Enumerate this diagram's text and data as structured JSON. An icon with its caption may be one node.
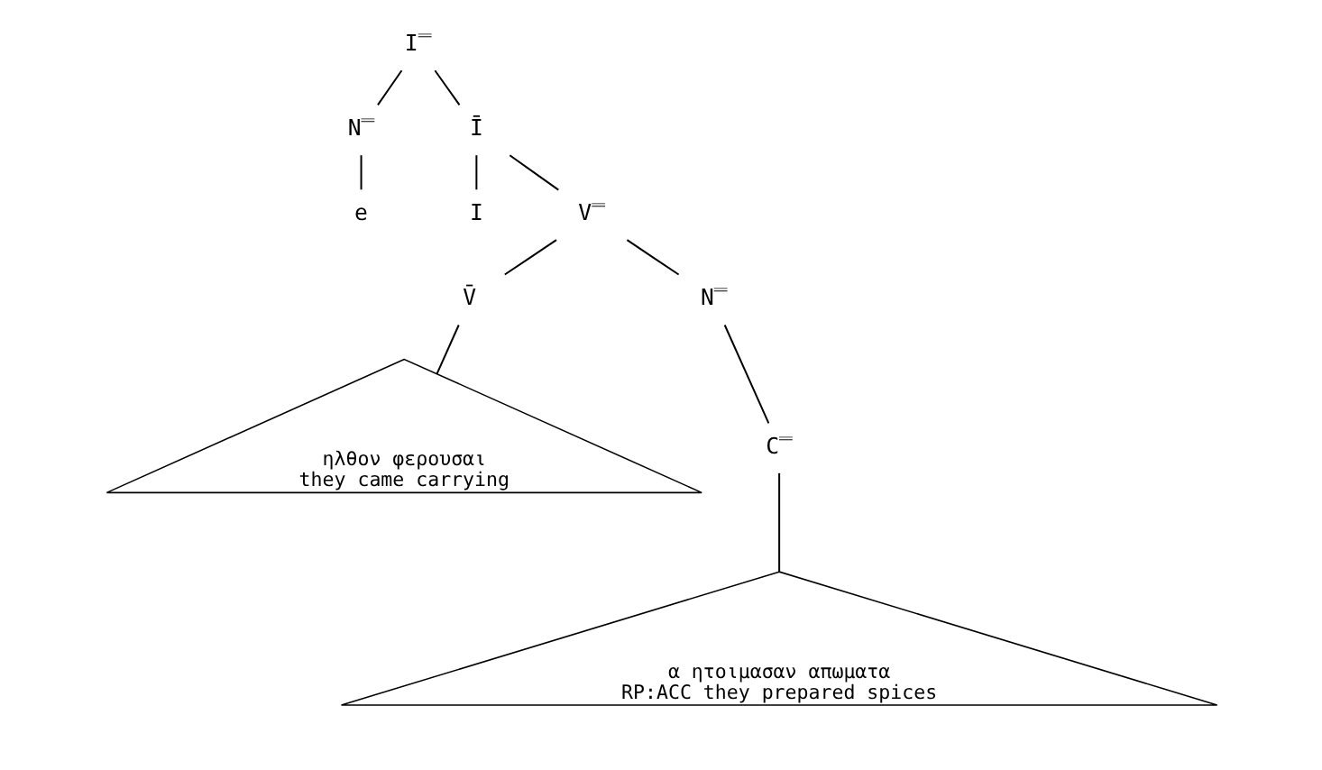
{
  "diagram": {
    "nodes": [
      {
        "text": [
          "I̿"
        ]
      },
      {
        "text": [
          "N̿"
        ]
      },
      {
        "text": [
          "Ī"
        ]
      },
      {
        "text": [
          "e"
        ]
      },
      {
        "text": [
          "I"
        ]
      },
      {
        "text": [
          "V̿"
        ]
      },
      {
        "text": [
          "V̄"
        ]
      },
      {
        "text": [
          "N̿"
        ]
      },
      {
        "text": [
          "ηλθον φερουσαι",
          "they came carrying"
        ]
      },
      {
        "text": [
          "C̿"
        ]
      },
      {
        "text": [
          "α ητοιμασαν απωματα",
          "RP:ACC they prepared spices"
        ]
      }
    ],
    "edges": [
      {
        "from": 0,
        "to": 1,
        "arrow": "none"
      },
      {
        "from": 0,
        "to": 2,
        "arrow": "none"
      },
      {
        "from": 1,
        "to": 3,
        "arrow": "none"
      },
      {
        "from": 2,
        "to": 4,
        "arrow": "none"
      },
      {
        "from": 2,
        "to": 5,
        "arrow": "none"
      },
      {
        "from": 5,
        "to": 6,
        "arrow": "none"
      },
      {
        "from": 5,
        "to": 7,
        "arrow": "none"
      },
      {
        "from": 6,
        "to": 8,
        "arrow": "none"
      },
      {
        "from": 7,
        "to": 9,
        "arrow": "none"
      },
      {
        "from": 9,
        "to": 10,
        "arrow": "none"
      }
    ]
  }
}
